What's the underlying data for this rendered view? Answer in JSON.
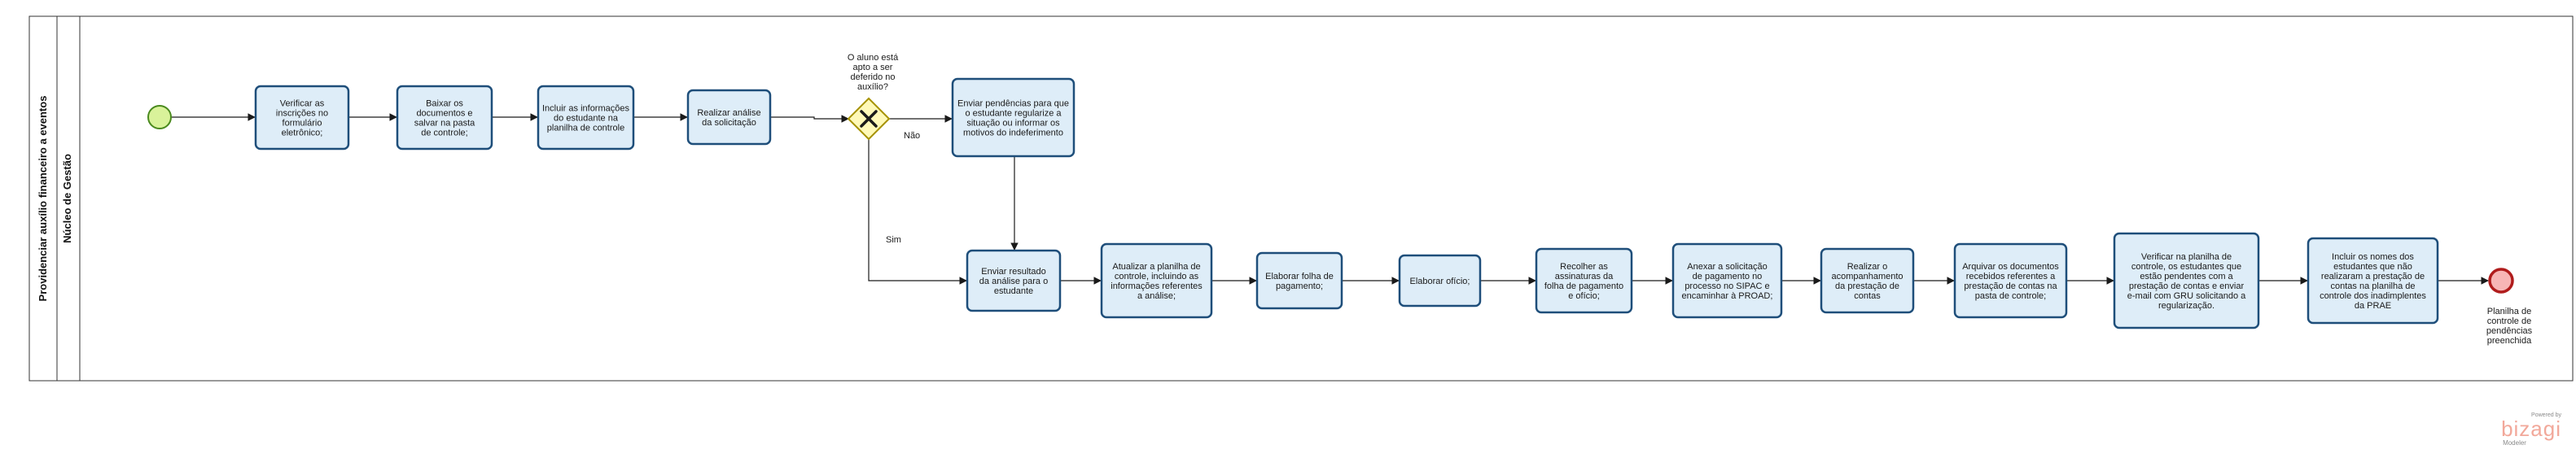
{
  "pool": {
    "title": "Providenciar auxílio financeiro a eventos"
  },
  "lane": {
    "title": "Núcleo de Gestão"
  },
  "tasks": {
    "t1": "Verificar as inscrições no formulário eletrônico;",
    "t2": "Baixar os documentos e salvar na pasta de controle;",
    "t3": "Incluir as informações do estudante na planilha de controle",
    "t4": "Realizar análise da solicitação",
    "t5": "Enviar pendências para que o estudante regularize a situação ou informar os motivos do indeferimento",
    "t6": "Enviar resultado da análise para o estudante",
    "t7": "Atualizar a planilha de controle, incluindo as informações referentes a análise;",
    "t8": "Elaborar folha de pagamento;",
    "t9": "Elaborar ofício;",
    "t10": "Recolher as assinaturas da folha de pagamento e ofício;",
    "t11": "Anexar a solicitação de pagamento no processo no SIPAC e encaminhar à PROAD;",
    "t12": "Realizar o acompanhamento da prestação de contas",
    "t13": "Arquivar os documentos recebidos referentes a prestação de contas na pasta de controle;",
    "t14": "Verificar na planilha de controle, os estudantes que estão pendentes com a prestação de contas e enviar e-mail com GRU solicitando a regularização.",
    "t15": "Incluir os nomes dos estudantes que não realizaram a prestação de contas na planilha de controle dos inadimplentes da PRAE"
  },
  "gateway": {
    "question": "O aluno está apto a ser deferido no auxílio?",
    "no_label": "Não",
    "yes_label": "Sim"
  },
  "end_event": {
    "label": "Planilha de controle de pendências preenchida"
  },
  "watermark": {
    "powered": "Powered by",
    "name": "bizagi",
    "sub": "Modeler"
  },
  "colors": {
    "task_fill": "#deedf8",
    "task_stroke": "#1e4e7a",
    "start_fill": "#d9f29a",
    "start_stroke": "#4a8a1e",
    "end_fill": "#f7b6b6",
    "end_stroke": "#b01c1c",
    "gateway_fill": "#fff9b8",
    "gateway_stroke": "#a69200"
  }
}
